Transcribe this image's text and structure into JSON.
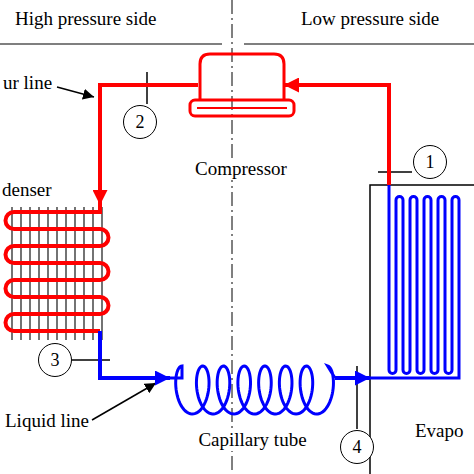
{
  "diagram": {
    "nodes": [
      {
        "text": [
          "Compressor"
        ]
      },
      {
        "text": [
          "denser"
        ]
      },
      {
        "text": [
          "Capillary tube"
        ]
      },
      {
        "text": [
          "Evapo"
        ]
      },
      {
        "text": [
          "1"
        ]
      },
      {
        "text": [
          "2"
        ]
      },
      {
        "text": [
          "3"
        ]
      },
      {
        "text": [
          "4"
        ]
      }
    ],
    "edges": [
      {
        "from": 0,
        "to": 1,
        "arrow": "to"
      },
      {
        "from": 1,
        "to": 2,
        "arrow": "to"
      },
      {
        "from": 2,
        "to": 3,
        "arrow": "to"
      },
      {
        "from": 3,
        "to": 0,
        "arrow": "to"
      }
    ],
    "labels": [
      "High pressure side",
      "Low pressure side",
      "ur line",
      "Liquid line"
    ]
  }
}
